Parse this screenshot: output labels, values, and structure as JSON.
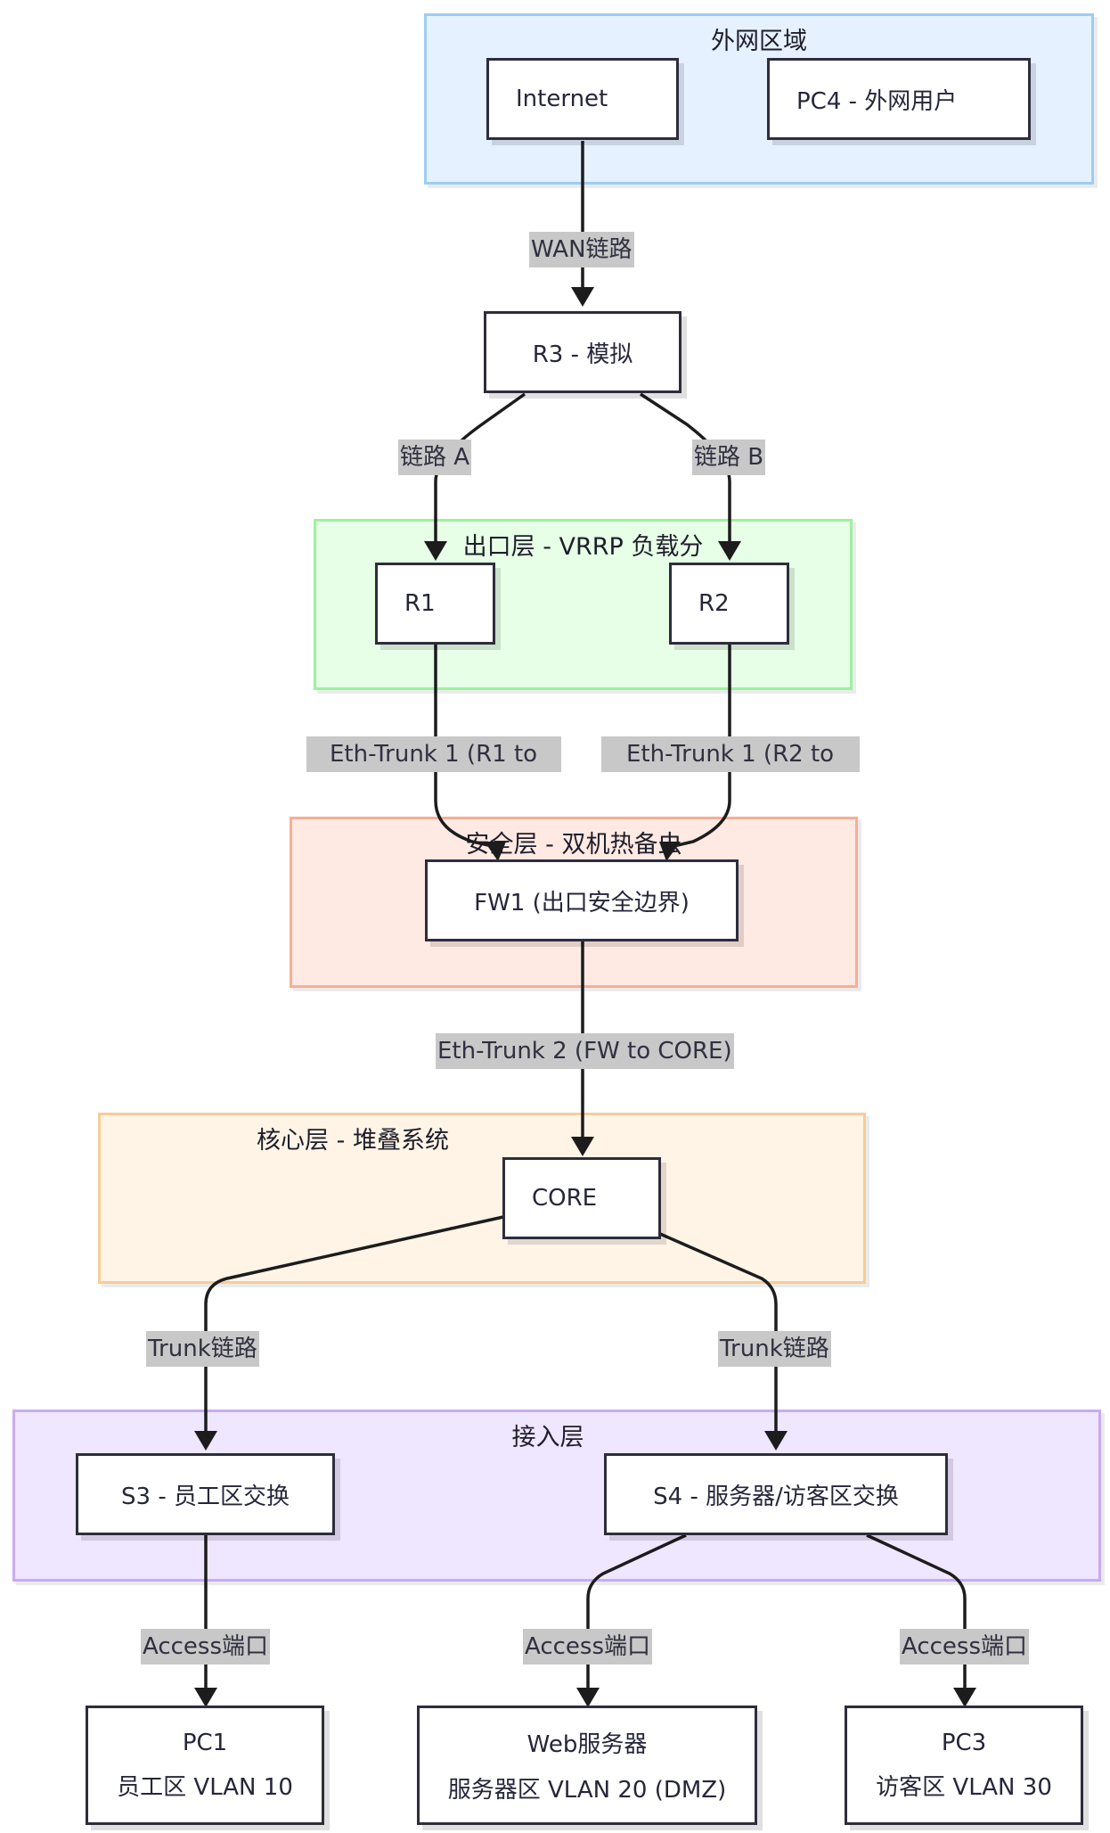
{
  "zones": {
    "external": "外网区域",
    "egress": "出口层 - VRRP 负载分",
    "security": "安全层 - 双机热备虫",
    "core": "核心层 - 堆叠系统",
    "access": "接入层"
  },
  "nodes": {
    "internet": "Internet",
    "pc4": "PC4 - 外网用户",
    "r3": "R3 - 模拟",
    "r1": "R1",
    "r2": "R2",
    "fw1": "FW1 (出口安全边界)",
    "core": "CORE",
    "s3": "S3 - 员工区交换",
    "s4": "S4 - 服务器/访客区交换",
    "pc1": {
      "line1": "PC1",
      "line2": "员工区 VLAN 10"
    },
    "web": {
      "line1": "Web服务器",
      "line2": "服务器区 VLAN 20 (DMZ)"
    },
    "pc3": {
      "line1": "PC3",
      "line2": "访客区 VLAN 30"
    }
  },
  "edges": {
    "wan": "WAN链路",
    "link_a": "链路 A",
    "link_b": "链路 B",
    "trunk1_r1": "Eth-Trunk 1 (R1 to",
    "trunk1_r2": "Eth-Trunk 1 (R2 to",
    "trunk2": "Eth-Trunk 2 (FW to CORE)",
    "trunk_s3": "Trunk链路",
    "trunk_s4": "Trunk链路",
    "access_pc1": "Access端口",
    "access_web": "Access端口",
    "access_pc3": "Access端口"
  },
  "colors": {
    "external": "#e5f1ff",
    "egress": "#e6ffe6",
    "security": "#ffe9e3",
    "core": "#fff4e6",
    "access": "#efe6ff"
  }
}
